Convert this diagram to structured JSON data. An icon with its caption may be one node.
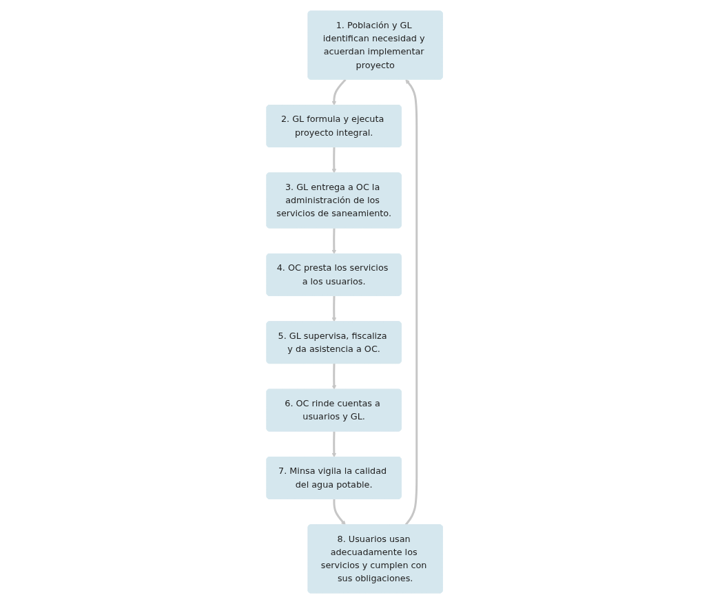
{
  "diagram": {
    "nodes": [
      {
        "text": [
          "1. Población y GL identifican necesidad y acuerdan implementar proyecto"
        ]
      },
      {
        "text": [
          "2. GL formula y ejecuta proyecto integral."
        ]
      },
      {
        "text": [
          "3. GL entrega a OC la administración de los servicios de saneamiento."
        ]
      },
      {
        "text": [
          "4. OC presta los servicios a los usuarios."
        ]
      },
      {
        "text": [
          "5. GL supervisa, fiscaliza y da asistencia a OC."
        ]
      },
      {
        "text": [
          "6. OC rinde cuentas a usuarios y GL."
        ]
      },
      {
        "text": [
          "7. Minsa vigila la calidad del agua potable."
        ]
      },
      {
        "text": [
          "8. Usuarios usan adecuadamente los servicios y cumplen con sus obligaciones."
        ]
      }
    ],
    "edges": [
      {
        "from": 0,
        "to": 1,
        "arrow": "to"
      },
      {
        "from": 1,
        "to": 2,
        "arrow": "to"
      },
      {
        "from": 2,
        "to": 3,
        "arrow": "to"
      },
      {
        "from": 3,
        "to": 4,
        "arrow": "to"
      },
      {
        "from": 4,
        "to": 5,
        "arrow": "to"
      },
      {
        "from": 5,
        "to": 6,
        "arrow": "to"
      },
      {
        "from": 6,
        "to": 7,
        "arrow": "to"
      },
      {
        "from": 7,
        "to": 0,
        "arrow": "to"
      }
    ]
  }
}
